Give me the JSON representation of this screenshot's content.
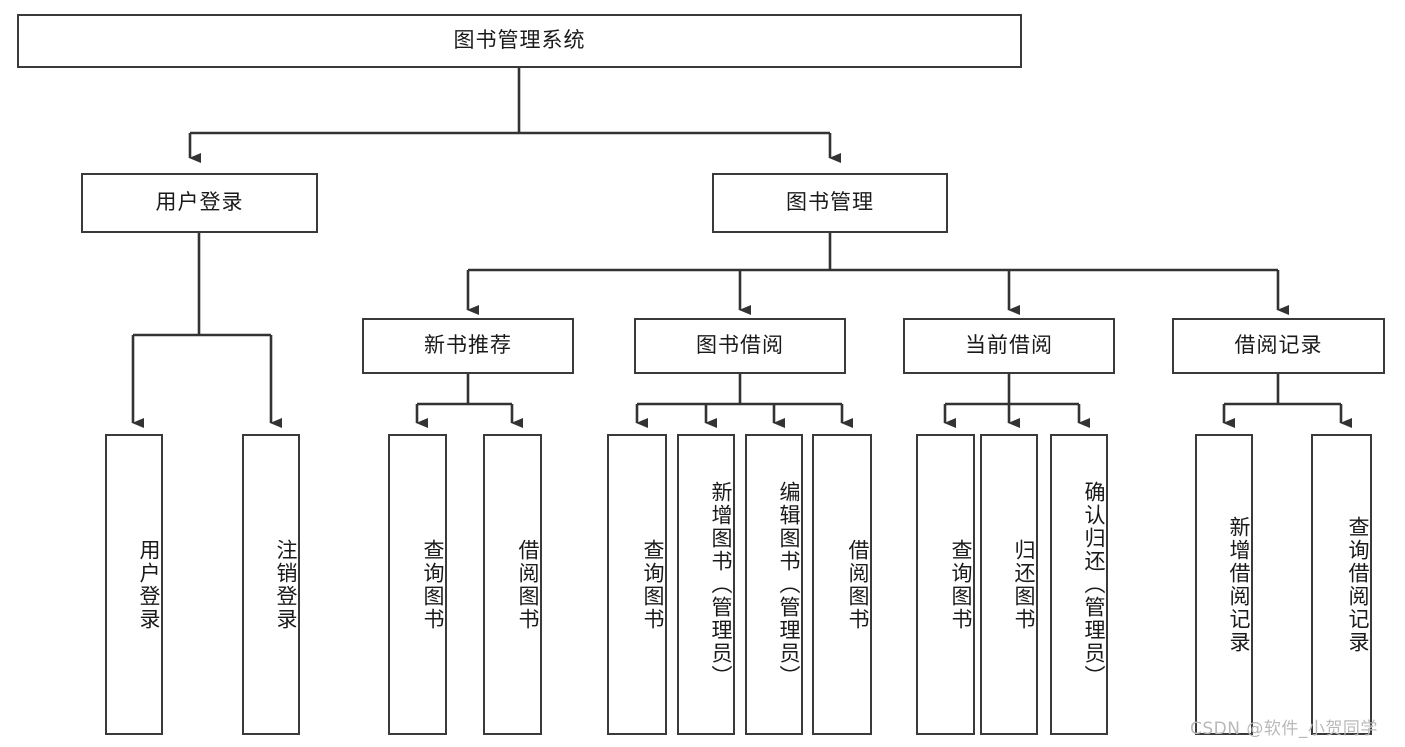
{
  "diagram": {
    "title": "图书管理系统",
    "type": "tree-hierarchy-chart",
    "orientation": "top-down",
    "colors": {
      "box_border": "#3a3a3a",
      "box_fill": "#ffffff",
      "line": "#333333",
      "text": "#1a1a1a",
      "watermark": "#b9b9b9"
    },
    "root": {
      "label": "图书管理系统"
    },
    "level2": [
      {
        "label": "用户登录"
      },
      {
        "label": "图书管理"
      }
    ],
    "level3": [
      {
        "label": "新书推荐"
      },
      {
        "label": "图书借阅"
      },
      {
        "label": "当前借阅"
      },
      {
        "label": "借阅记录"
      }
    ],
    "leaves": {
      "user_login": [
        {
          "label": "用户登录"
        },
        {
          "label": "注销登录"
        }
      ],
      "new_book_recommend": [
        {
          "label": "查询图书"
        },
        {
          "label": "借阅图书"
        }
      ],
      "book_borrow": [
        {
          "label": "查询图书"
        },
        {
          "label": "新增图书（管理员）"
        },
        {
          "label": "编辑图书（管理员）"
        },
        {
          "label": "借阅图书"
        }
      ],
      "current_borrow": [
        {
          "label": "查询图书"
        },
        {
          "label": "归还图书"
        },
        {
          "label": "确认归还（管理员）"
        }
      ],
      "borrow_record": [
        {
          "label": "新增借阅记录"
        },
        {
          "label": "查询借阅记录"
        }
      ]
    }
  },
  "watermark": {
    "text": "CSDN @软件_小贺同学"
  }
}
